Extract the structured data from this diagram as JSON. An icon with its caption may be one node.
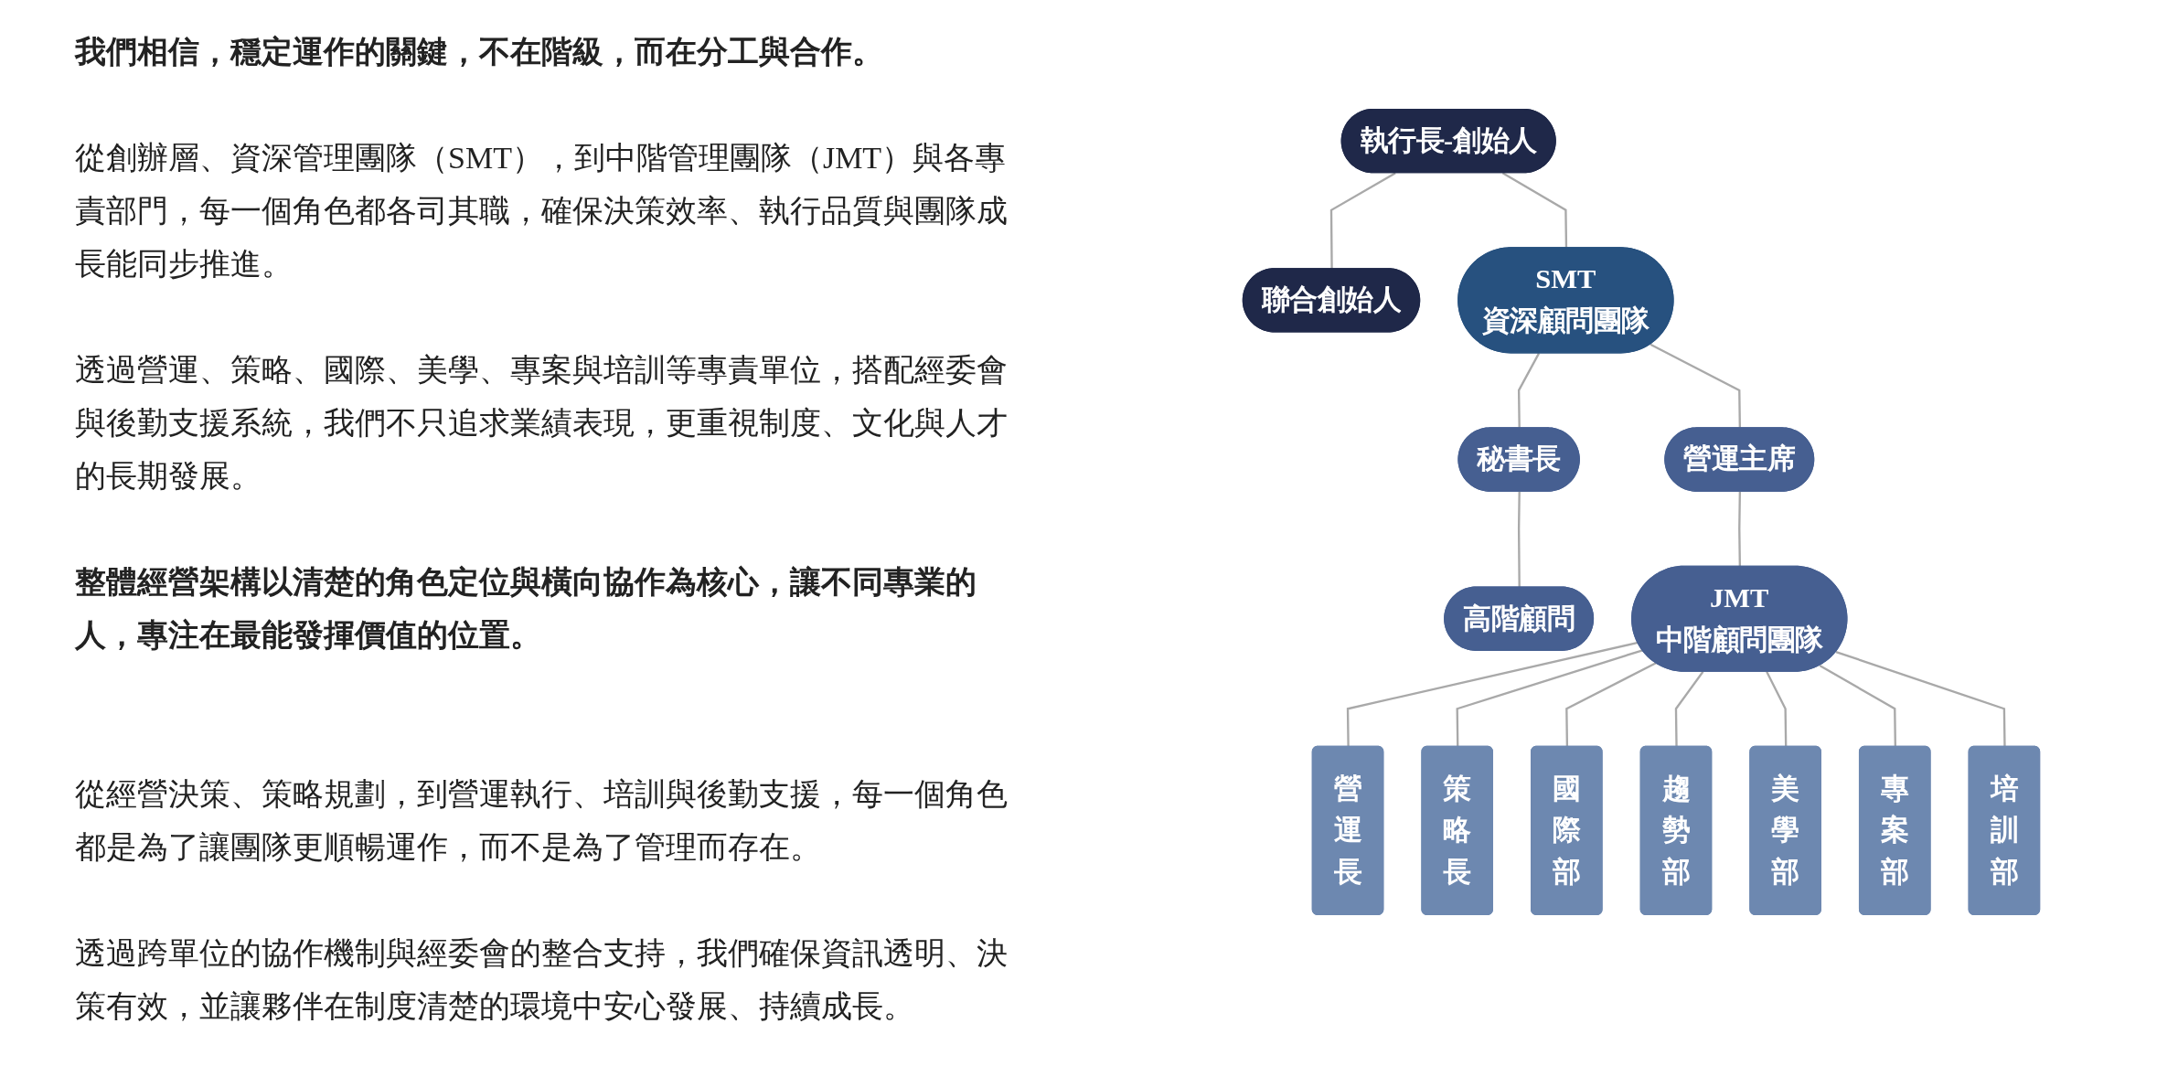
{
  "diagram": {
    "nodes": [
      {
        "text": [
          "執行長-創始人"
        ]
      },
      {
        "text": [
          "聯合創始人"
        ]
      },
      {
        "text": [
          "SMT",
          "資深顧問團隊"
        ]
      },
      {
        "text": [
          "秘書長"
        ]
      },
      {
        "text": [
          "營運主席"
        ]
      },
      {
        "text": [
          "高階顧問"
        ]
      },
      {
        "text": [
          "JMT",
          "中階顧問團隊"
        ]
      },
      {
        "text": [
          "營運長"
        ]
      },
      {
        "text": [
          "策略長"
        ]
      },
      {
        "text": [
          "國際部"
        ]
      },
      {
        "text": [
          "趨勢部"
        ]
      },
      {
        "text": [
          "美學部"
        ]
      },
      {
        "text": [
          "專案部"
        ]
      },
      {
        "text": [
          "培訓部"
        ]
      }
    ],
    "edges": [
      {
        "from": 0,
        "to": 1,
        "arrow": "none"
      },
      {
        "from": 0,
        "to": 2,
        "arrow": "none"
      },
      {
        "from": 2,
        "to": 3,
        "arrow": "none"
      },
      {
        "from": 2,
        "to": 4,
        "arrow": "none"
      },
      {
        "from": 3,
        "to": 5,
        "arrow": "none"
      },
      {
        "from": 4,
        "to": 6,
        "arrow": "none"
      },
      {
        "from": 6,
        "to": 7,
        "arrow": "none"
      },
      {
        "from": 6,
        "to": 8,
        "arrow": "none"
      },
      {
        "from": 6,
        "to": 9,
        "arrow": "none"
      },
      {
        "from": 6,
        "to": 10,
        "arrow": "none"
      },
      {
        "from": 6,
        "to": 11,
        "arrow": "none"
      },
      {
        "from": 6,
        "to": 12,
        "arrow": "none"
      },
      {
        "from": 6,
        "to": 13,
        "arrow": "none"
      }
    ],
    "labels": [
      "我們相信，穩定運作的關鍵，不在階級，而在分工與合作。",
      "從創辦層、資深管理團隊（SMT），到中階管理團隊（JMT）與各專責部門，每一個角色都各司其職，確保決策效率、執行品質與團隊成長能同步推進。",
      "透過營運、策略、國際、美學、專案與培訓等專責單位，搭配經委會與後勤支援系統，我們不只追求業績表現，更重視制度、文化與人才的長期發展。",
      "整體經營架構以清楚的角色定位與橫向協作為核心，讓不同專業的人，專注在最能發揮價值的位置。",
      "從經營決策、策略規劃，到營運執行、培訓與後勤支援，每一個角色都是為了讓團隊更順暢運作，而不是為了管理而存在。",
      "透過跨單位的協作機制與經委會的整合支持，我們確保資訊透明、決策有效，並讓夥伴在制度清楚的環境中安心發展、持續成長。"
    ]
  }
}
